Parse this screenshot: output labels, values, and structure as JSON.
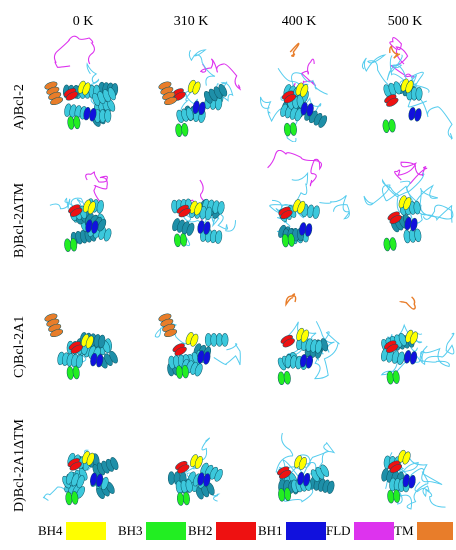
{
  "columns": [
    "0 K",
    "310 K",
    "400 K",
    "500 K"
  ],
  "rows": [
    "A)Bcl-2",
    "B)Bcl-2ΔTM",
    "C)Bcl-2A1",
    "D)Bcl-2A1ΔTM"
  ],
  "legend": [
    {
      "label": "BH4",
      "color": "#ffff00"
    },
    {
      "label": "BH3",
      "color": "#22ee22"
    },
    {
      "label": "BH2",
      "color": "#ee1111"
    },
    {
      "label": "BH1",
      "color": "#1111dd"
    },
    {
      "label": "FLD",
      "color": "#dd33ee"
    },
    {
      "label": "TM",
      "color": "#e87d2a"
    }
  ],
  "colors": {
    "helix": "#3cc8dc",
    "helix_dark": "#1e8fa8",
    "coil": "#55ccee",
    "BH4": "#ffff00",
    "BH3": "#22ee22",
    "BH2": "#ee1111",
    "BH1": "#1111dd",
    "FLD": "#dd33ee",
    "TM": "#e87d2a"
  }
}
